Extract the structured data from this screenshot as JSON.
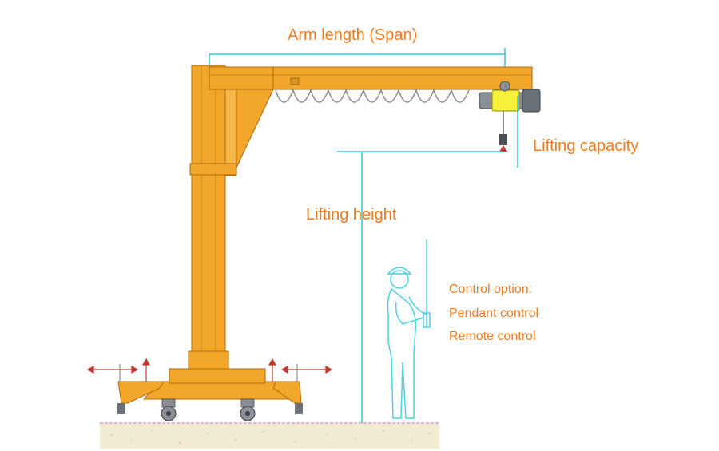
{
  "labels": {
    "arm_length": "Arm length (Span)",
    "lifting_capacity": "Lifting capacity",
    "lifting_height": "Lifting height",
    "control_title": "Control option:",
    "control_pendant": "Pendant control",
    "control_remote": "Remote control"
  },
  "colors": {
    "label": "#f07a1e",
    "crane": "#f2a62a",
    "crane_outline": "#b06a10",
    "dimension": "#35c6d6",
    "ground": "#f3ecd4",
    "ground_line": "#d16fd0",
    "hoist_yellow": "#f7ef3a",
    "metal": "#8a8f96"
  }
}
